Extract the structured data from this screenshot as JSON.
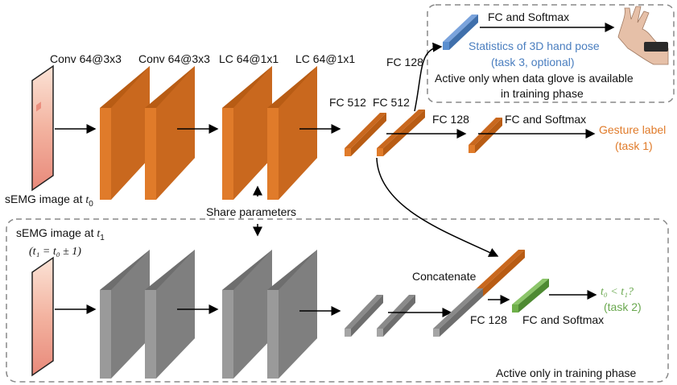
{
  "diagram": {
    "top": {
      "conv1_label": "Conv 64@3x3",
      "conv2_label": "Conv 64@3x3",
      "lc1_label": "LC 64@1x1",
      "lc2_label": "LC 64@1x1",
      "fc512_a_label": "FC 512",
      "fc512_b_label": "FC 512",
      "fc128_gesture_label": "FC 128",
      "fc_softmax_gesture_label": "FC and Softmax",
      "gesture_output_line1": "Gesture label",
      "gesture_output_line2": "(task 1)",
      "input_label_prefix": "sEMG image at ",
      "input_label_var": "t",
      "input_label_sub": "0"
    },
    "share_parameters_label": "Share parameters",
    "hand_pose_panel": {
      "fc128_label": "FC 128",
      "fc_softmax_label": "FC and Softmax",
      "output_line1": "Statistics of 3D hand pose",
      "output_line2": "(task 3, optional)",
      "note_line1": "Active only when data glove is available",
      "note_line2": "in training phase"
    },
    "bottom_panel": {
      "input_label_prefix": "sEMG image at ",
      "input_label_var": "t",
      "input_label_sub": "1",
      "input_eq": "(t₁ = t₀ ± 1)",
      "concatenate_label": "Concatenate",
      "fc128_label": "FC 128",
      "fc_softmax_label": "FC and Softmax",
      "output_line1": "t₀ < t₁?",
      "output_line2": "(task 2)",
      "footer_note": "Active only in training phase"
    },
    "colors": {
      "orange_front": "#e07b2a",
      "orange_side": "#b85c14",
      "gray_front": "#9a9a9a",
      "gray_side": "#6e6e6e",
      "blue": "#5b8fd0",
      "green": "#6fb04a"
    }
  }
}
